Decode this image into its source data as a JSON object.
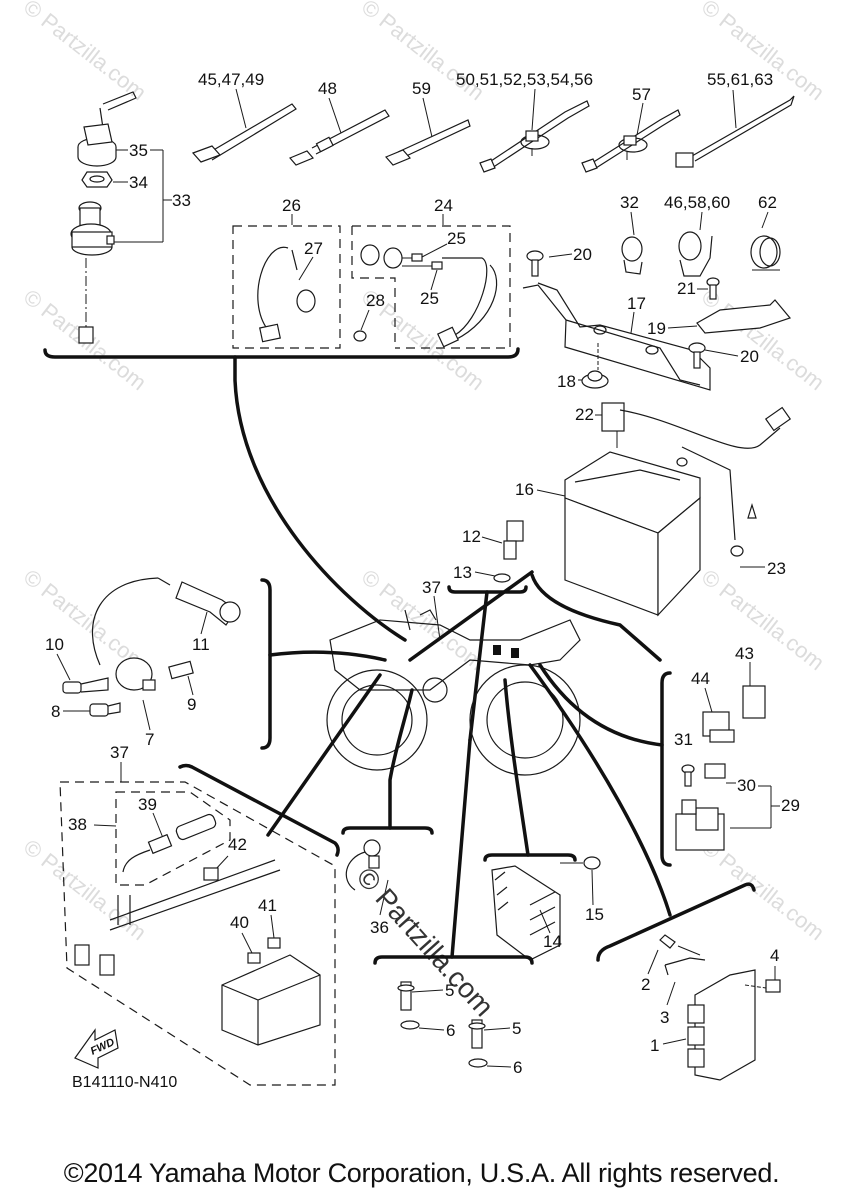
{
  "diagram": {
    "title": "Yamaha ATV Electrical Parts Diagram",
    "reference_code": "B141110-N410",
    "fwd_label": "FWD",
    "copyright": "©2014 Yamaha Motor Corporation, U.S.A. All rights reserved.",
    "watermark": "© Partzilla.com",
    "callouts": {
      "c45_47_49": "45,47,49",
      "c48": "48",
      "c59": "59",
      "c50_56": "50,51,52,53,54,56",
      "c57": "57",
      "c55_61_63": "55,61,63",
      "c35": "35",
      "c34": "34",
      "c33": "33",
      "c26": "26",
      "c27": "27",
      "c24": "24",
      "c25a": "25",
      "c25b": "25",
      "c28": "28",
      "c32": "32",
      "c46_58_60": "46,58,60",
      "c62": "62",
      "c20a": "20",
      "c21": "21",
      "c17": "17",
      "c19": "19",
      "c20b": "20",
      "c18": "18",
      "c22": "22",
      "c16": "16",
      "c12": "12",
      "c13": "13",
      "c23": "23",
      "c37a": "37",
      "c10": "10",
      "c11": "11",
      "c9": "9",
      "c8": "8",
      "c7": "7",
      "c43": "43",
      "c44": "44",
      "c31": "31",
      "c30": "30",
      "c29": "29",
      "c37b": "37",
      "c38": "38",
      "c39": "39",
      "c42": "42",
      "c40": "40",
      "c41": "41",
      "c36": "36",
      "c14": "14",
      "c15": "15",
      "c5a": "5",
      "c6a": "6",
      "c5b": "5",
      "c6b": "6",
      "c2": "2",
      "c3": "3",
      "c4": "4",
      "c1": "1"
    }
  }
}
